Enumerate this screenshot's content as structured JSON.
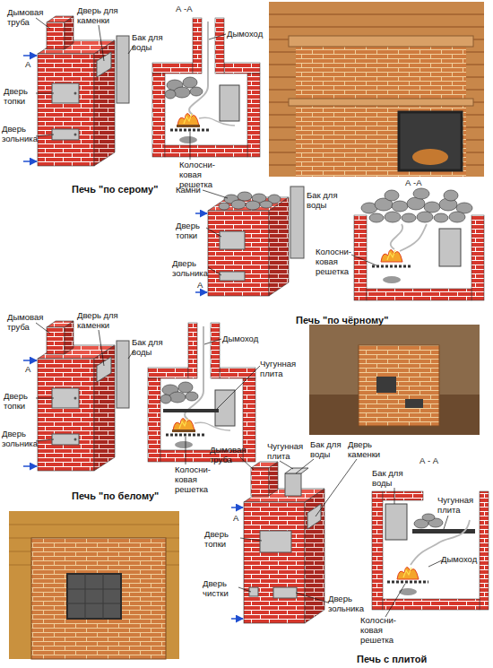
{
  "diagram": {
    "labels": [
      "Дымовая труба",
      "Дверь для каменки",
      "Бак для воды",
      "Дверь топки",
      "Дверь зольника",
      "А",
      "А -А",
      "Дымоход",
      "Колосни- ковая решетка",
      "Печь \"по серому\"",
      "Камни",
      "Бак для воды",
      "Дверь топки",
      "Дверь зольника",
      "А",
      "А -А",
      "Колосни- ковая решетка",
      "Печь \"по чёрному\"",
      "Дымовая труба",
      "Дверь для каменки",
      "Бак для воды",
      "Дымоход",
      "Чугунная плита",
      "Дверь топки",
      "Дверь зольника",
      "А",
      "Колосни- ковая решетка",
      "Печь \"по белому\"",
      "Дымовая труба",
      "Чугунная плита",
      "Бак для воды",
      "Дверь каменки",
      "А - А",
      "Бак для воды",
      "Чугунная плита",
      "Дверь топки",
      "Дверь чистки",
      "Дверь зольника",
      "А",
      "Дымоход",
      "Колосни- ковая решетка",
      "Печь с плитой"
    ]
  }
}
